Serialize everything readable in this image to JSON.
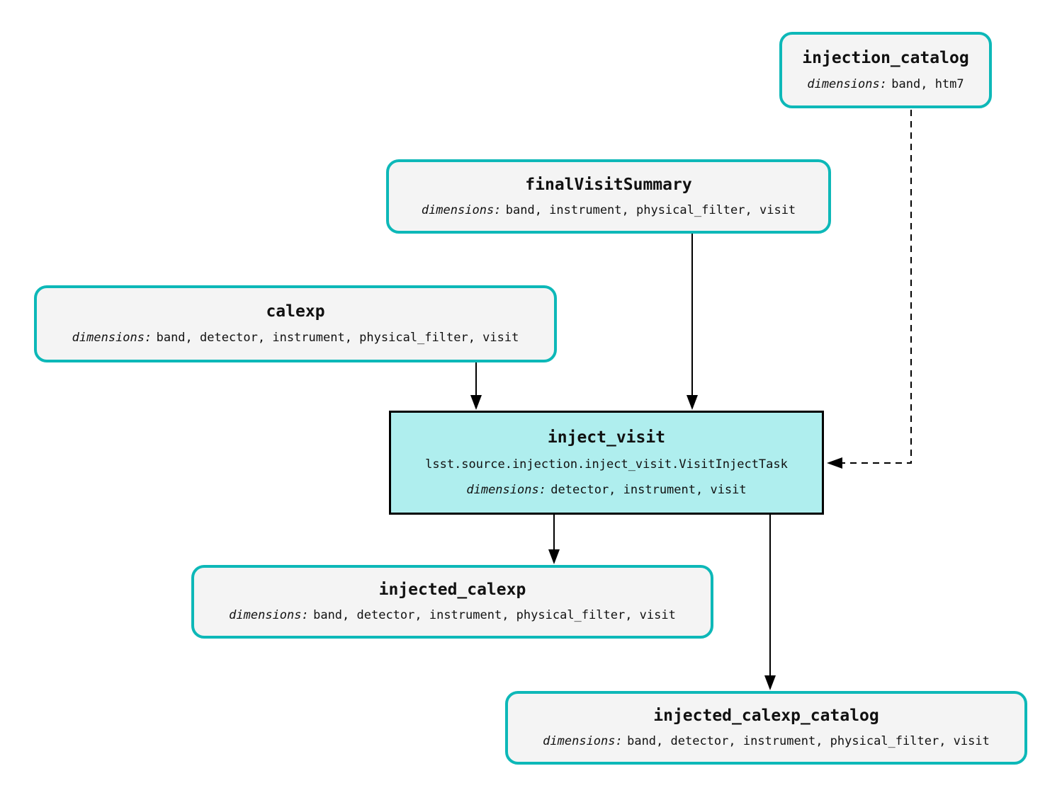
{
  "colors": {
    "dataset_border": "#0db8b8",
    "dataset_fill": "#f4f4f4",
    "task_fill": "#afeeee",
    "task_border": "#000000",
    "edge": "#000000"
  },
  "nodes": {
    "injection_catalog": {
      "title": "injection_catalog",
      "dimensions_label": "dimensions:",
      "dimensions": "band, htm7"
    },
    "finalVisitSummary": {
      "title": "finalVisitSummary",
      "dimensions_label": "dimensions:",
      "dimensions": "band, instrument, physical_filter, visit"
    },
    "calexp": {
      "title": "calexp",
      "dimensions_label": "dimensions:",
      "dimensions": "band, detector, instrument, physical_filter, visit"
    },
    "inject_visit": {
      "title": "inject_visit",
      "task_class": "lsst.source.injection.inject_visit.VisitInjectTask",
      "dimensions_label": "dimensions:",
      "dimensions": "detector, instrument, visit"
    },
    "injected_calexp": {
      "title": "injected_calexp",
      "dimensions_label": "dimensions:",
      "dimensions": "band, detector, instrument, physical_filter, visit"
    },
    "injected_calexp_catalog": {
      "title": "injected_calexp_catalog",
      "dimensions_label": "dimensions:",
      "dimensions": "band, detector, instrument, physical_filter, visit"
    }
  },
  "edges": [
    {
      "from": "calexp",
      "to": "inject_visit",
      "style": "solid"
    },
    {
      "from": "finalVisitSummary",
      "to": "inject_visit",
      "style": "solid"
    },
    {
      "from": "injection_catalog",
      "to": "inject_visit",
      "style": "dashed"
    },
    {
      "from": "inject_visit",
      "to": "injected_calexp",
      "style": "solid"
    },
    {
      "from": "inject_visit",
      "to": "injected_calexp_catalog",
      "style": "solid"
    }
  ]
}
